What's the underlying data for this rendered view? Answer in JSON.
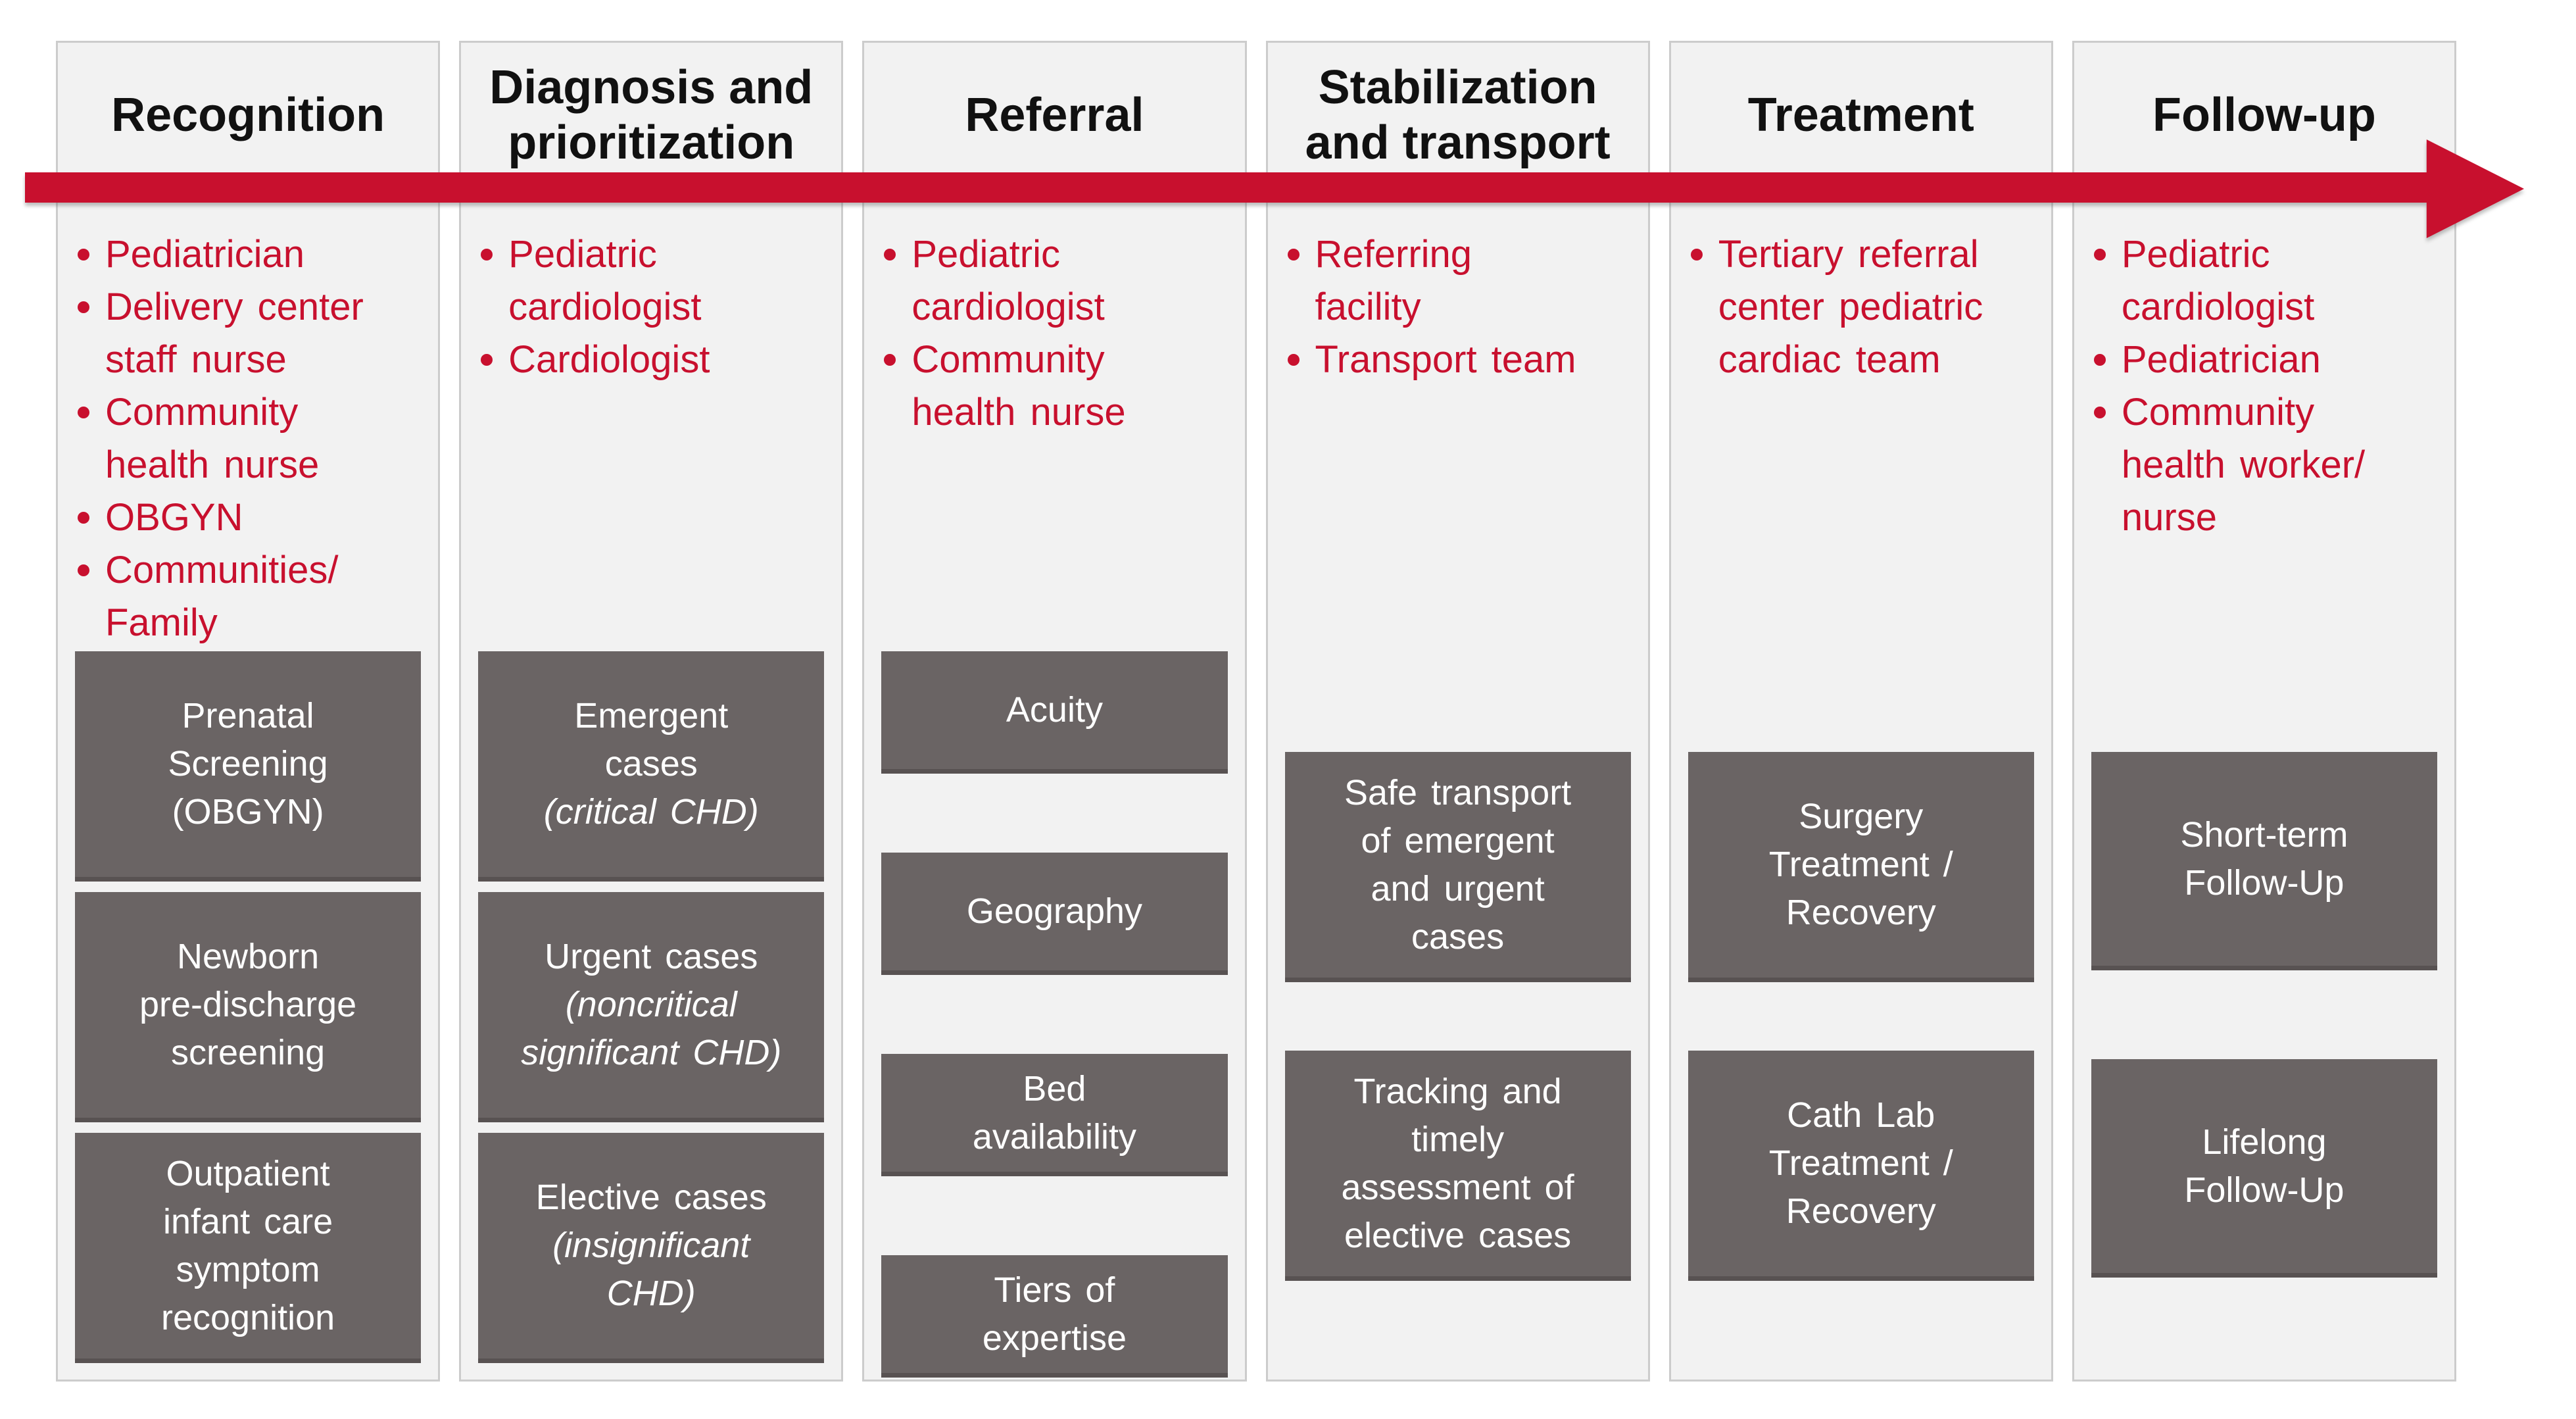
{
  "colors": {
    "accent_red": "#C8102E",
    "box_gray": "#6A6464",
    "box_edge": "#585252",
    "panel_background": "#F2F2F2",
    "panel_border": "#CCCCCC",
    "box_text": "#FFFFFF",
    "header_text": "#111111"
  },
  "arrow": {
    "description": "process-flow-arrow-left-to-right",
    "color": "#C8102E"
  },
  "columns": [
    {
      "id": "recognition",
      "header": "Recognition",
      "bullets": [
        "Pediatrician",
        "Delivery center\nstaff nurse",
        "Community\nhealth nurse",
        "OBGYN",
        "Communities/\nFamily"
      ],
      "boxes": [
        {
          "text": "Prenatal\nScreening\n(OBGYN)",
          "italic": ""
        },
        {
          "text": "Newborn\npre-discharge\nscreening",
          "italic": ""
        },
        {
          "text": "Outpatient\ninfant care\nsymptom\nrecognition",
          "italic": ""
        }
      ]
    },
    {
      "id": "diagnosis-and-prioritization",
      "header": "Diagnosis and\nprioritization",
      "bullets": [
        "Pediatric\ncardiologist",
        "Cardiologist"
      ],
      "boxes": [
        {
          "text": "Emergent\ncases\n",
          "italic": "(critical CHD)"
        },
        {
          "text": "Urgent cases\n",
          "italic": "(noncritical\nsignificant CHD)"
        },
        {
          "text": "Elective cases\n",
          "italic": "(insignificant\nCHD)"
        }
      ]
    },
    {
      "id": "referral",
      "header": "Referral",
      "bullets": [
        "Pediatric\ncardiologist",
        "Community\nhealth nurse"
      ],
      "boxes": [
        {
          "text": "Acuity",
          "italic": ""
        },
        {
          "text": "Geography",
          "italic": ""
        },
        {
          "text": "Bed\navailability",
          "italic": ""
        },
        {
          "text": "Tiers of\nexpertise",
          "italic": ""
        }
      ]
    },
    {
      "id": "stabilization-and-transport",
      "header": "Stabilization\nand transport",
      "bullets": [
        "Referring\nfacility",
        "Transport team"
      ],
      "boxes": [
        {
          "text": "Safe transport\nof emergent\nand urgent\ncases",
          "italic": ""
        },
        {
          "text": "Tracking and\ntimely\nassessment of\nelective cases",
          "italic": ""
        }
      ]
    },
    {
      "id": "treatment",
      "header": "Treatment",
      "bullets": [
        "Tertiary referral\ncenter pediatric\ncardiac team"
      ],
      "boxes": [
        {
          "text": "Surgery\nTreatment /\nRecovery",
          "italic": ""
        },
        {
          "text": "Cath Lab\nTreatment /\nRecovery",
          "italic": ""
        }
      ]
    },
    {
      "id": "follow-up",
      "header": "Follow-up",
      "bullets": [
        "Pediatric\ncardiologist",
        "Pediatrician",
        "Community\nhealth worker/\nnurse"
      ],
      "boxes": [
        {
          "text": "Short-term\nFollow-Up",
          "italic": ""
        },
        {
          "text": "Lifelong\nFollow-Up",
          "italic": ""
        }
      ]
    }
  ]
}
